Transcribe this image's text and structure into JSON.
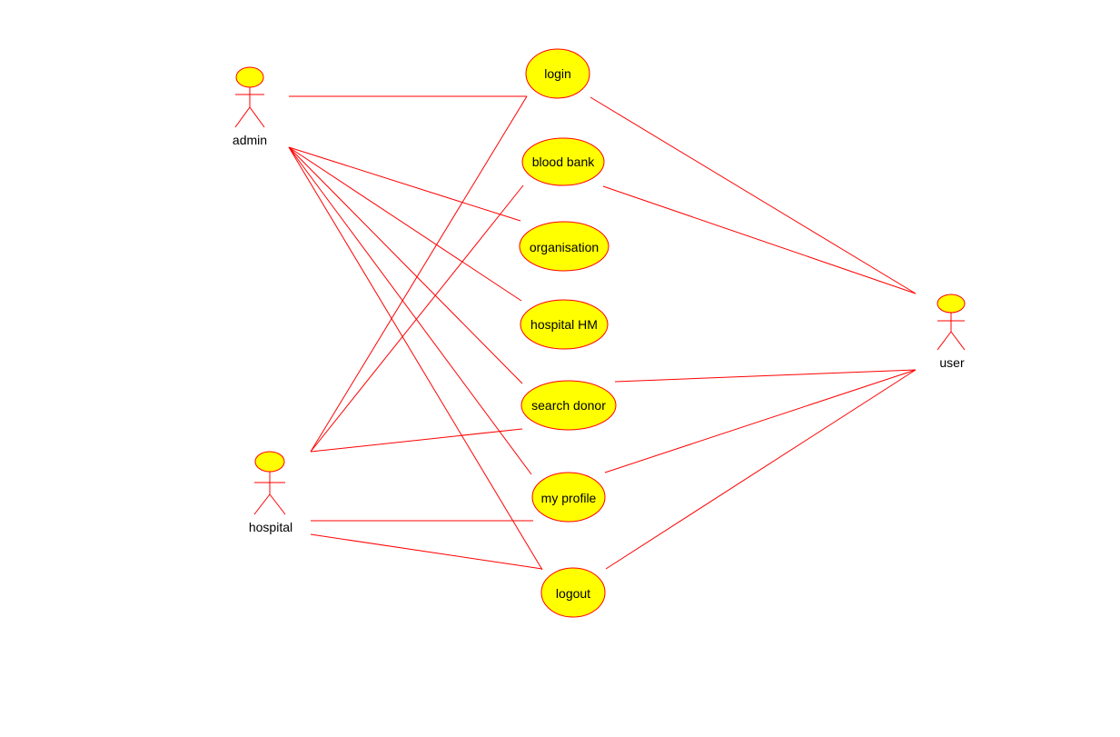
{
  "diagram": {
    "type": "use-case",
    "line_color": "#ff0000",
    "fill_color": "#ffff00",
    "text_color": "#000000"
  },
  "actors": {
    "admin": {
      "label": "admin"
    },
    "hospital": {
      "label": "hospital"
    },
    "user": {
      "label": "user"
    }
  },
  "use_cases": {
    "login": {
      "label": "login"
    },
    "blood_bank": {
      "label": "blood bank"
    },
    "organisation": {
      "label": "organisation"
    },
    "hospital_hm": {
      "label": "hospital HM"
    },
    "search_donor": {
      "label": "search donor"
    },
    "my_profile": {
      "label": "my profile"
    },
    "logout": {
      "label": "logout"
    }
  },
  "associations": [
    {
      "from": "admin",
      "to": "login"
    },
    {
      "from": "admin",
      "to": "organisation"
    },
    {
      "from": "admin",
      "to": "hospital_hm"
    },
    {
      "from": "admin",
      "to": "search_donor"
    },
    {
      "from": "admin",
      "to": "my_profile"
    },
    {
      "from": "admin",
      "to": "logout"
    },
    {
      "from": "hospital",
      "to": "login"
    },
    {
      "from": "hospital",
      "to": "blood_bank"
    },
    {
      "from": "hospital",
      "to": "search_donor"
    },
    {
      "from": "hospital",
      "to": "my_profile"
    },
    {
      "from": "hospital",
      "to": "logout"
    },
    {
      "from": "user",
      "to": "login"
    },
    {
      "from": "user",
      "to": "blood_bank"
    },
    {
      "from": "user",
      "to": "search_donor"
    },
    {
      "from": "user",
      "to": "my_profile"
    },
    {
      "from": "user",
      "to": "logout"
    }
  ]
}
